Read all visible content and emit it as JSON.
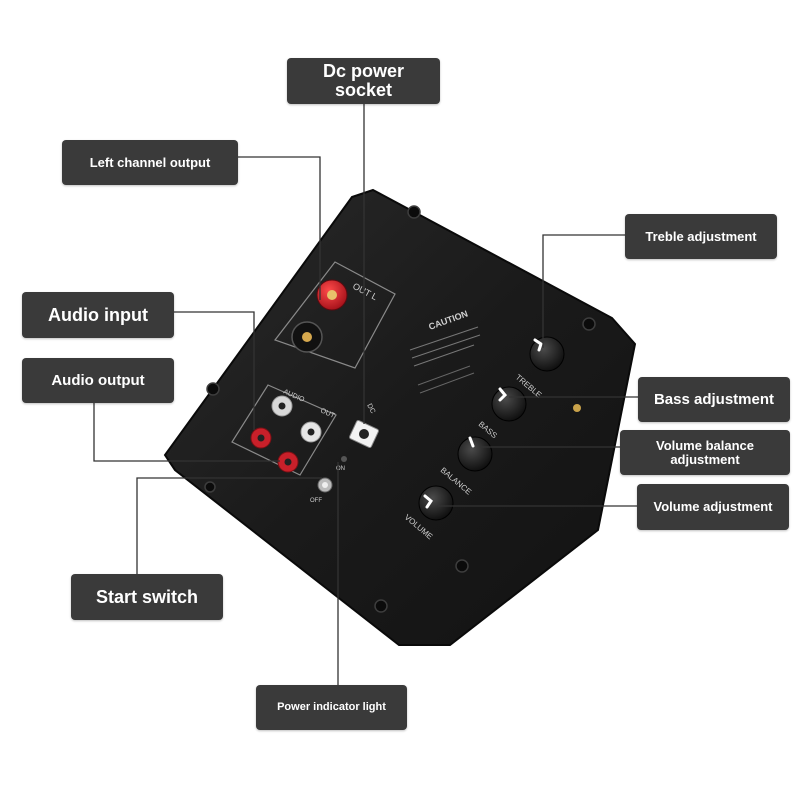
{
  "callouts": {
    "dc_power_socket": "Dc power socket",
    "left_channel_output": "Left channel output",
    "audio_input": "Audio input",
    "audio_output": "Audio output",
    "start_switch": "Start switch",
    "power_indicator_light": "Power indicator light",
    "treble_adjustment": "Treble adjustment",
    "bass_adjustment": "Bass adjustment",
    "volume_balance_adjustment": "Volume balance adjustment",
    "volume_adjustment": "Volume adjustment"
  },
  "panel": {
    "knob_labels": {
      "treble": "TREBLE",
      "bass": "BASS",
      "balance": "BALANCE",
      "volume": "VOLUME"
    },
    "out_label": "OUT L",
    "audio_label": "AUDIO",
    "audio_out_label": "OUT",
    "caution_title": "CAUTION",
    "dc_label": "DC",
    "off_label": "OFF",
    "on_label": "ON"
  },
  "colors": {
    "panel": "#1c1c1c",
    "callout_bg": "#3a3a3a",
    "leader_line": "#333333",
    "binding_post_red": "#d0202a",
    "rca_red": "#c8202a",
    "rca_white": "#e6e6e6"
  }
}
